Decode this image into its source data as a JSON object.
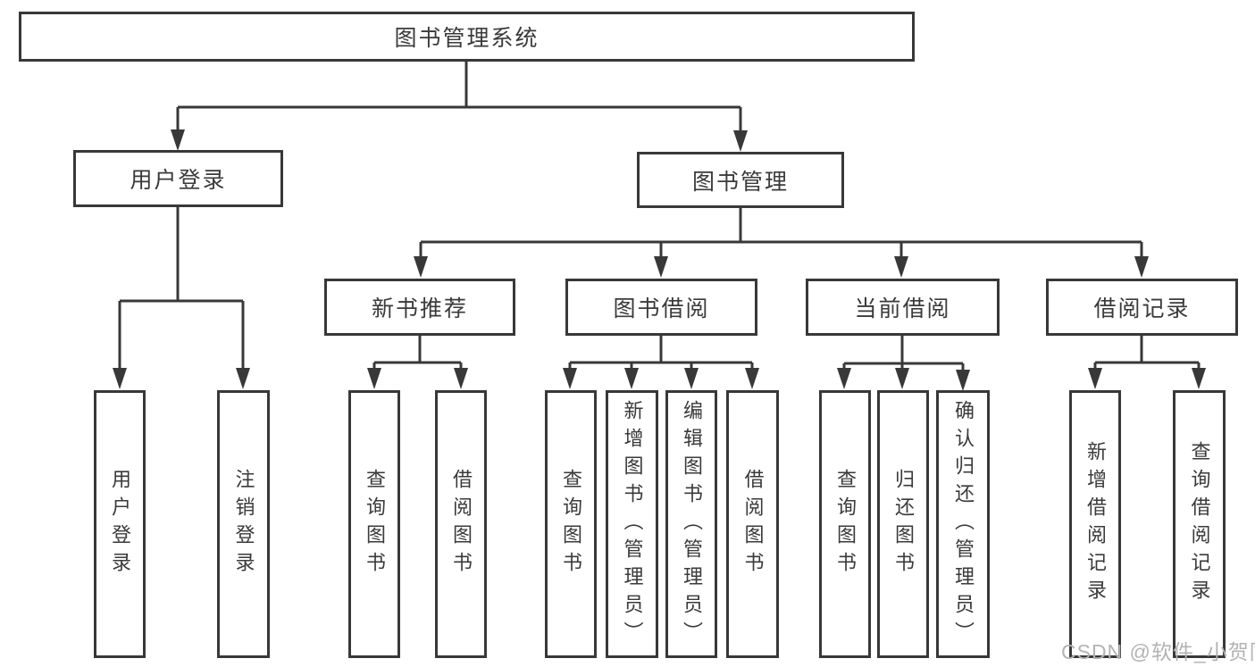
{
  "tree": {
    "root": {
      "label": "图书管理系统",
      "children": [
        {
          "label": "用户登录",
          "children": [
            {
              "label": "用户登录"
            },
            {
              "label": "注销登录"
            }
          ]
        },
        {
          "label": "图书管理",
          "children": [
            {
              "label": "新书推荐",
              "children": [
                {
                  "label": "查询图书"
                },
                {
                  "label": "借阅图书"
                }
              ]
            },
            {
              "label": "图书借阅",
              "children": [
                {
                  "label": "查询图书"
                },
                {
                  "label": "新增图书（管理员）"
                },
                {
                  "label": "编辑图书（管理员）"
                },
                {
                  "label": "借阅图书"
                }
              ]
            },
            {
              "label": "当前借阅",
              "children": [
                {
                  "label": "查询图书"
                },
                {
                  "label": "归还图书"
                },
                {
                  "label": "确认归还（管理员）"
                }
              ]
            },
            {
              "label": "借阅记录",
              "children": [
                {
                  "label": "新增借阅记录"
                },
                {
                  "label": "查询借阅记录"
                }
              ]
            }
          ]
        }
      ]
    }
  },
  "watermark": {
    "text": "CSDN @软件_小贺同学"
  },
  "colors": {
    "line": "#383838",
    "text": "#3a3a3a",
    "bg": "#ffffff",
    "watermark": "#b3b3b3"
  }
}
